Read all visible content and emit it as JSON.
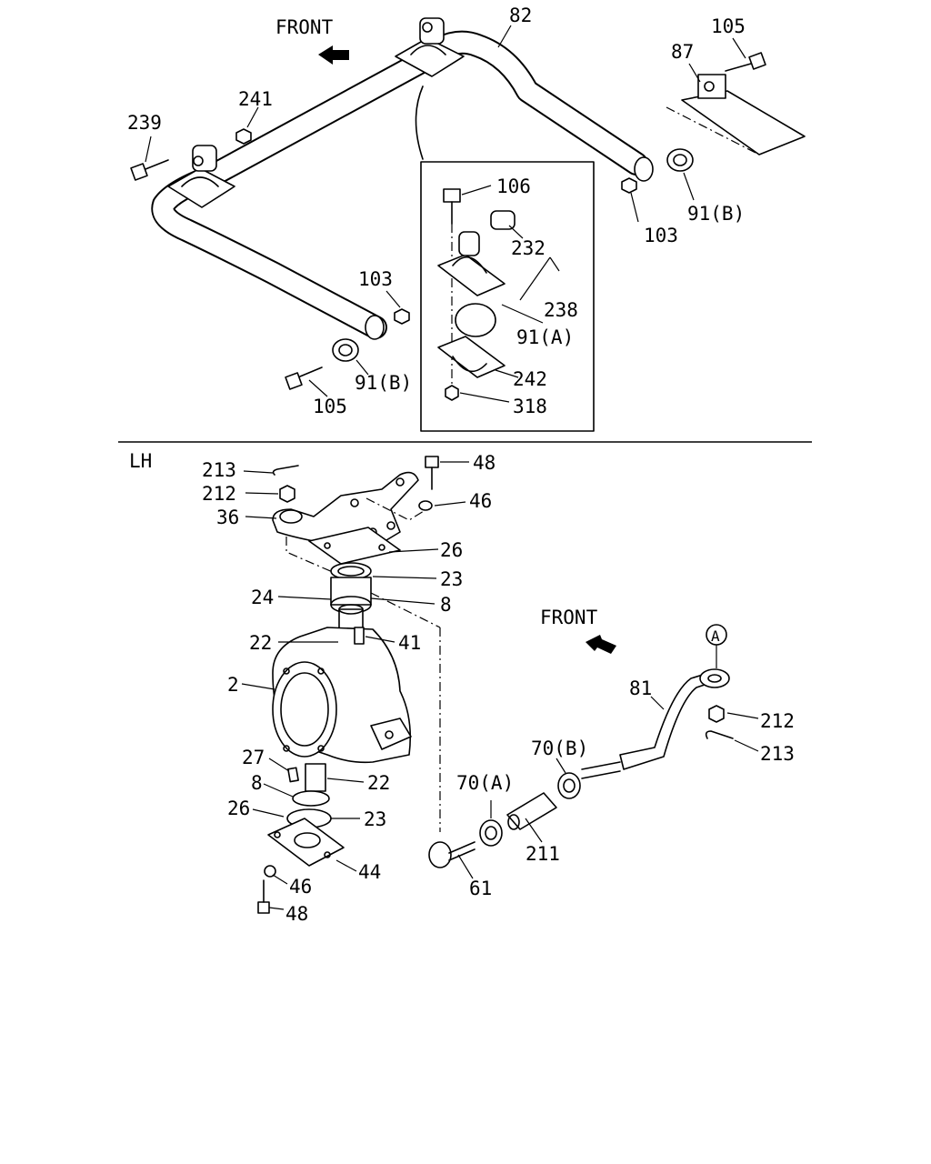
{
  "top": {
    "front_label": "FRONT",
    "labels": {
      "n82": "82",
      "n105a": "105",
      "n87": "87",
      "n241": "241",
      "n239": "239",
      "n106": "106",
      "n232": "232",
      "n238": "238",
      "n91a": "91(A)",
      "n242": "242",
      "n318": "318",
      "n103a": "103",
      "n91b_a": "91(B)",
      "n103b": "103",
      "n91b_b": "91(B)",
      "n105b": "105"
    }
  },
  "bottom": {
    "side_label": "LH",
    "front_label": "FRONT",
    "labels": {
      "n213a": "213",
      "n212a": "212",
      "n36": "36",
      "n48a": "48",
      "n46a": "46",
      "n26a": "26",
      "n23a": "23",
      "n24": "24",
      "n8a": "8",
      "n22a": "22",
      "n41": "41",
      "n2": "2",
      "n27": "27",
      "n8b": "8",
      "n22b": "22",
      "n26b": "26",
      "n23b": "23",
      "n44": "44",
      "n46b": "46",
      "n48b": "48",
      "n61": "61",
      "n70a": "70(A)",
      "n211": "211",
      "n70b": "70(B)",
      "n81": "81",
      "n212b": "212",
      "n213b": "213",
      "circle_a": "A"
    }
  }
}
